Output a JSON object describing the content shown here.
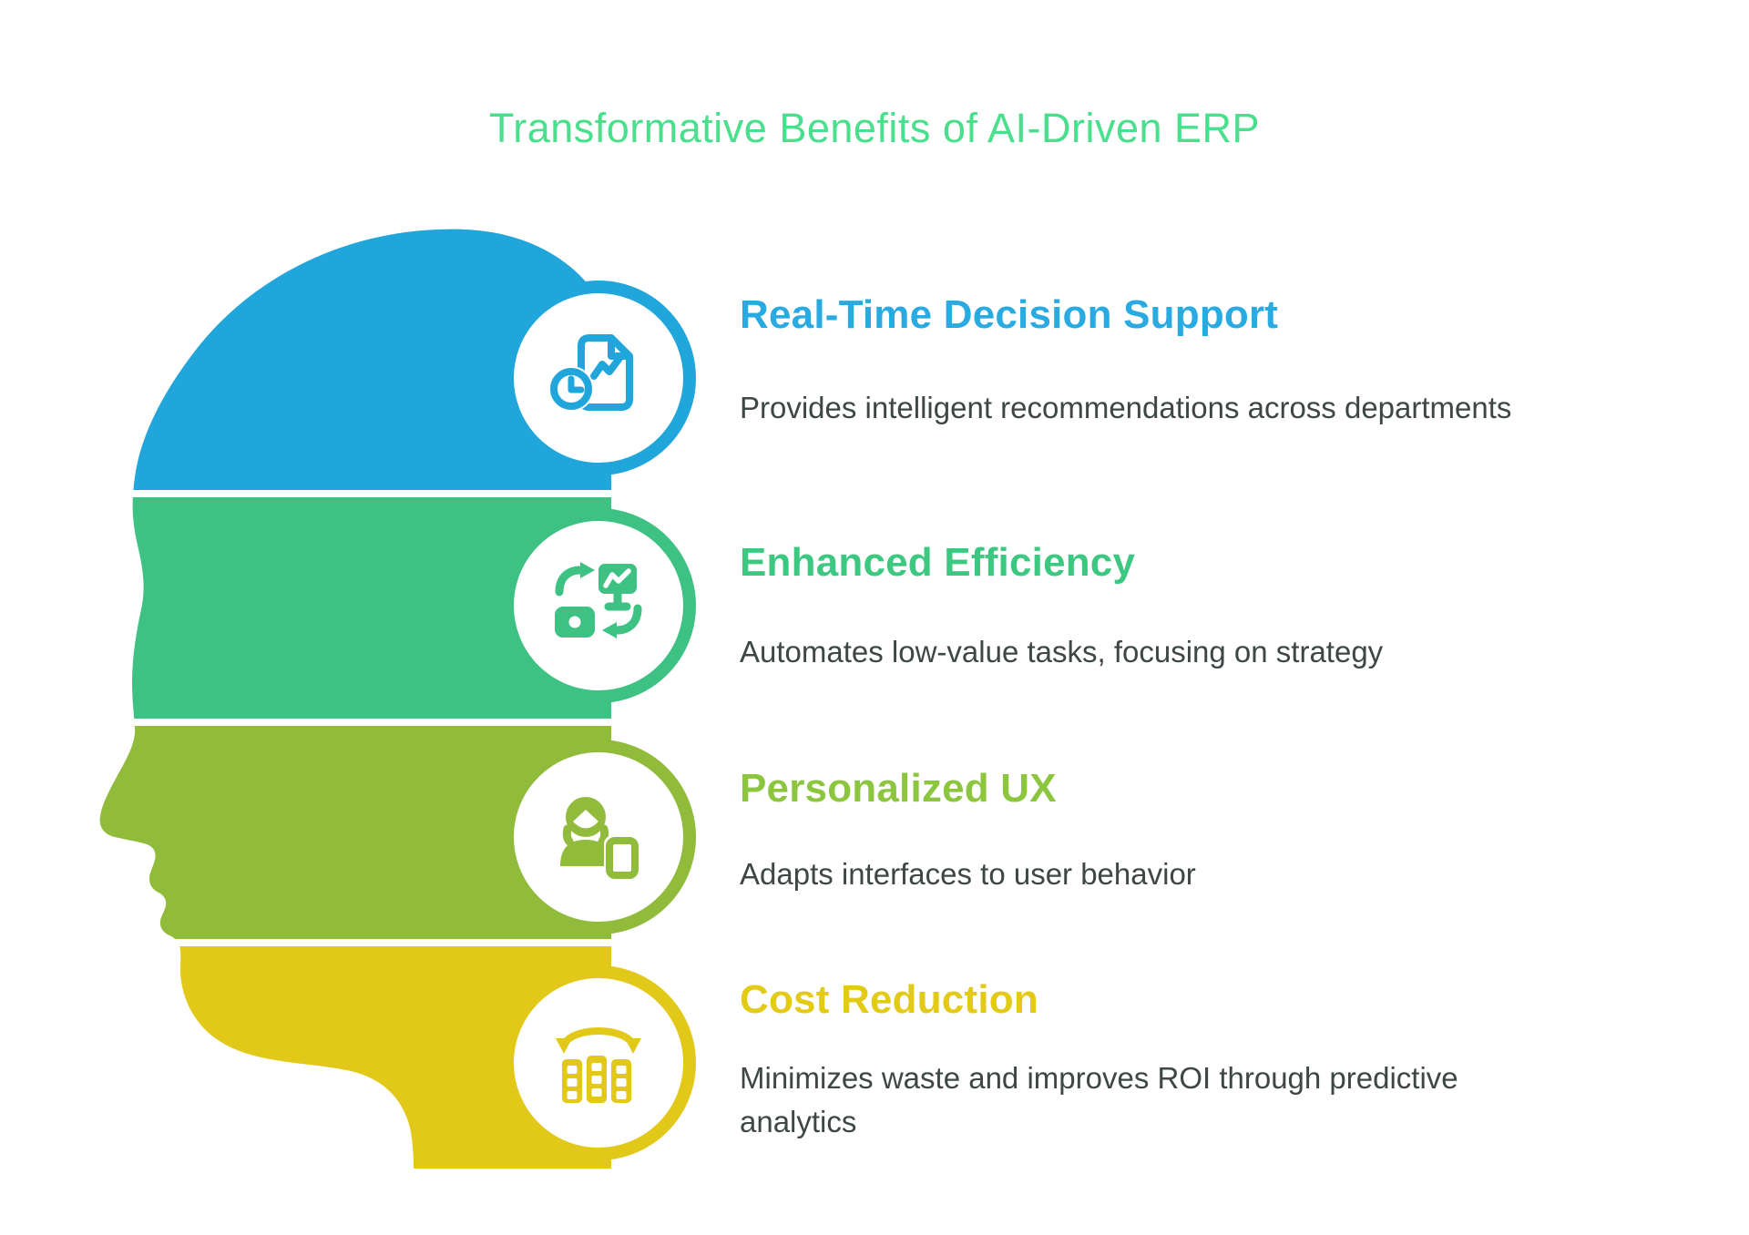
{
  "title": "Transformative Benefits of AI-Driven ERP",
  "figure": {
    "type": "head-silhouette-infographic",
    "description": "Left-facing human head profile divided into four horizontal colored bands, each band carrying a white circular icon bubble on its right edge"
  },
  "sections": [
    {
      "heading": "Real-Time Decision Support",
      "description": "Provides intelligent recommendations across departments",
      "accent": "#29ABE2",
      "band": "#21A6DB",
      "icon": "document-trend-clock-icon"
    },
    {
      "heading": "Enhanced Efficiency",
      "description": "Automates low-value tasks, focusing on strategy",
      "accent": "#3DC882",
      "band": "#3EC283",
      "icon": "automation-exchange-icon"
    },
    {
      "heading": "Personalized UX",
      "description": "Adapts interfaces to user behavior",
      "accent": "#8CC63F",
      "band": "#90BB3B",
      "icon": "user-device-icon"
    },
    {
      "heading": "Cost Reduction",
      "description": "Minimizes waste and improves ROI through predictive analytics",
      "accent": "#E3CA15",
      "band": "#E2C919",
      "icon": "buildings-sync-icon"
    }
  ],
  "colors": {
    "background": "#FFFFFF",
    "title_text": "#49DF8C",
    "description_text": "#3E4741"
  }
}
